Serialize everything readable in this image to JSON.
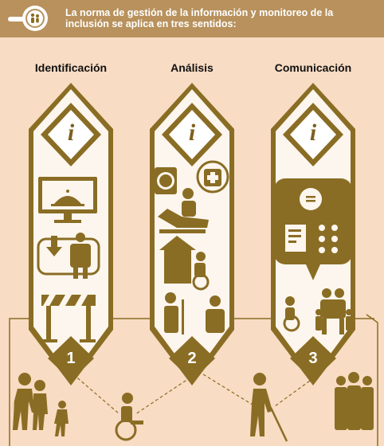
{
  "header": {
    "title": "La norma de gestión de la información y monitoreo de la inclusión se aplica en tres sentidos:",
    "badge_icon": "magnifier-people-icon"
  },
  "columns": [
    {
      "title": "Identificación",
      "number": "1",
      "info": "i",
      "icons": [
        "monitor-service-icon",
        "wheelchair-user-icon",
        "barrier-icon"
      ]
    },
    {
      "title": "Análisis",
      "number": "2",
      "info": "i",
      "icons": [
        "money-medicine-icon",
        "dentist-patient-icon",
        "home-wheelchair-icon",
        "crutch-consultation-icon"
      ]
    },
    {
      "title": "Comunicación",
      "number": "3",
      "info": "i",
      "icons": [
        "chat-document-icon",
        "family-wheelchair-icon"
      ]
    }
  ],
  "bottom_people": [
    "walking-group-icon",
    "wheelchair-user-icon",
    "blind-cane-icon",
    "crowd-icon"
  ],
  "colors": {
    "gold": "#8a6d24",
    "header": "#b8915c",
    "background": "#f8dcc3",
    "panel": "#ffffff"
  }
}
